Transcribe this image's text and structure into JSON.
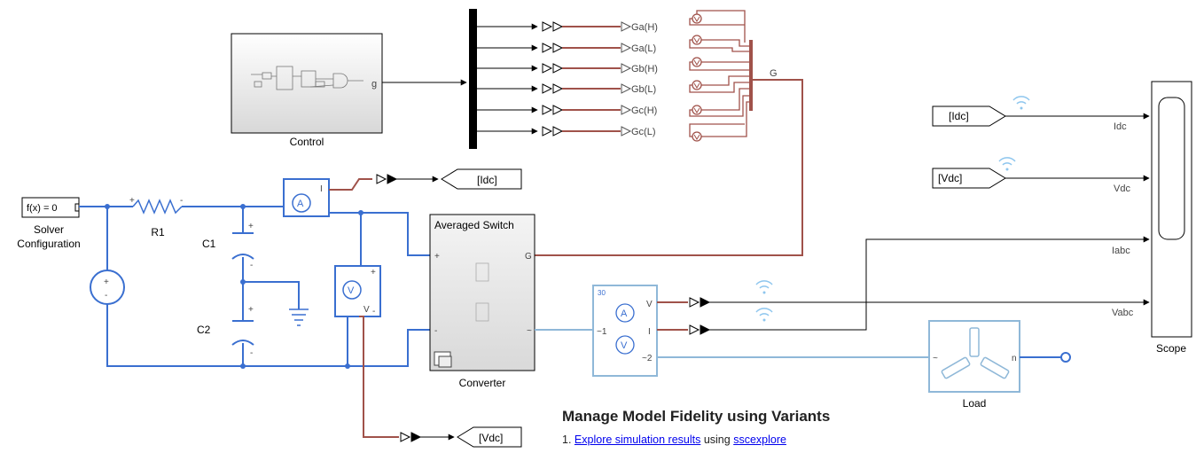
{
  "blocks": {
    "control": "Control",
    "control_port": "g",
    "solver": "f(x) = 0",
    "solver_caption": "Solver Configuration",
    "r1": "R1",
    "c1": "C1",
    "c2": "C2",
    "converter_title": "Averaged Switch",
    "converter_port_g": "G",
    "converter_port_plus": "+",
    "converter_port_minus": "-",
    "converter_port_ac": "~",
    "converter_caption": "Converter",
    "meter_v": "V",
    "meter_i": "I",
    "meter_ac1": "~1",
    "meter_ac2": "~2",
    "meter_badge": "30",
    "load": "Load",
    "load_port_ac": "~",
    "load_port_n": "n",
    "scope": "Scope",
    "ammeter_port": "I",
    "voltmeter_port": "V"
  },
  "gate_tags": [
    "Ga(H)",
    "Ga(L)",
    "Gb(H)",
    "Gb(L)",
    "Gc(H)",
    "Gc(L)"
  ],
  "gate_bus": "G",
  "goto_idc": "[Idc]",
  "goto_vdc": "[Vdc]",
  "from_idc": "[Idc]",
  "from_vdc": "[Vdc]",
  "scope_signals": {
    "idc": "Idc",
    "vdc": "Vdc",
    "iabc": "Iabc",
    "vabc": "Vabc"
  },
  "annotation": {
    "title": "Manage Model Fidelity using Variants",
    "item1_number": "1.",
    "item1_link1": "Explore simulation results",
    "item1_text": " using ",
    "item1_link2": "sscexplore"
  }
}
